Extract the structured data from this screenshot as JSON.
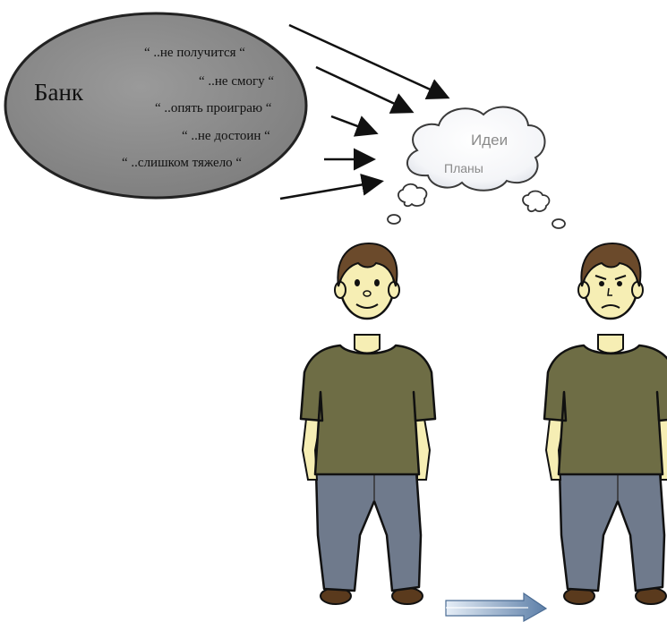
{
  "bank": {
    "label": "Банк",
    "phrases": [
      "“ ..не получится “",
      "“ ..не смогу “",
      "“ ..опять проиграю “",
      "“ ..не достоин “",
      "“ ..слишком тяжело “"
    ]
  },
  "thought_cloud": {
    "line1": "Идеи",
    "line2": "Планы"
  },
  "figures": [
    {
      "name": "boy-happy",
      "expression": "smiling"
    },
    {
      "name": "boy-sad",
      "expression": "frowning"
    }
  ],
  "colors": {
    "bank_fill": "#8c8c8c",
    "shirt": "#6e6d45",
    "pants": "#6f7a8c",
    "hair": "#6b4a2b",
    "skin": "#f6eeb4",
    "transition_arrow": "#6f8fb3"
  }
}
